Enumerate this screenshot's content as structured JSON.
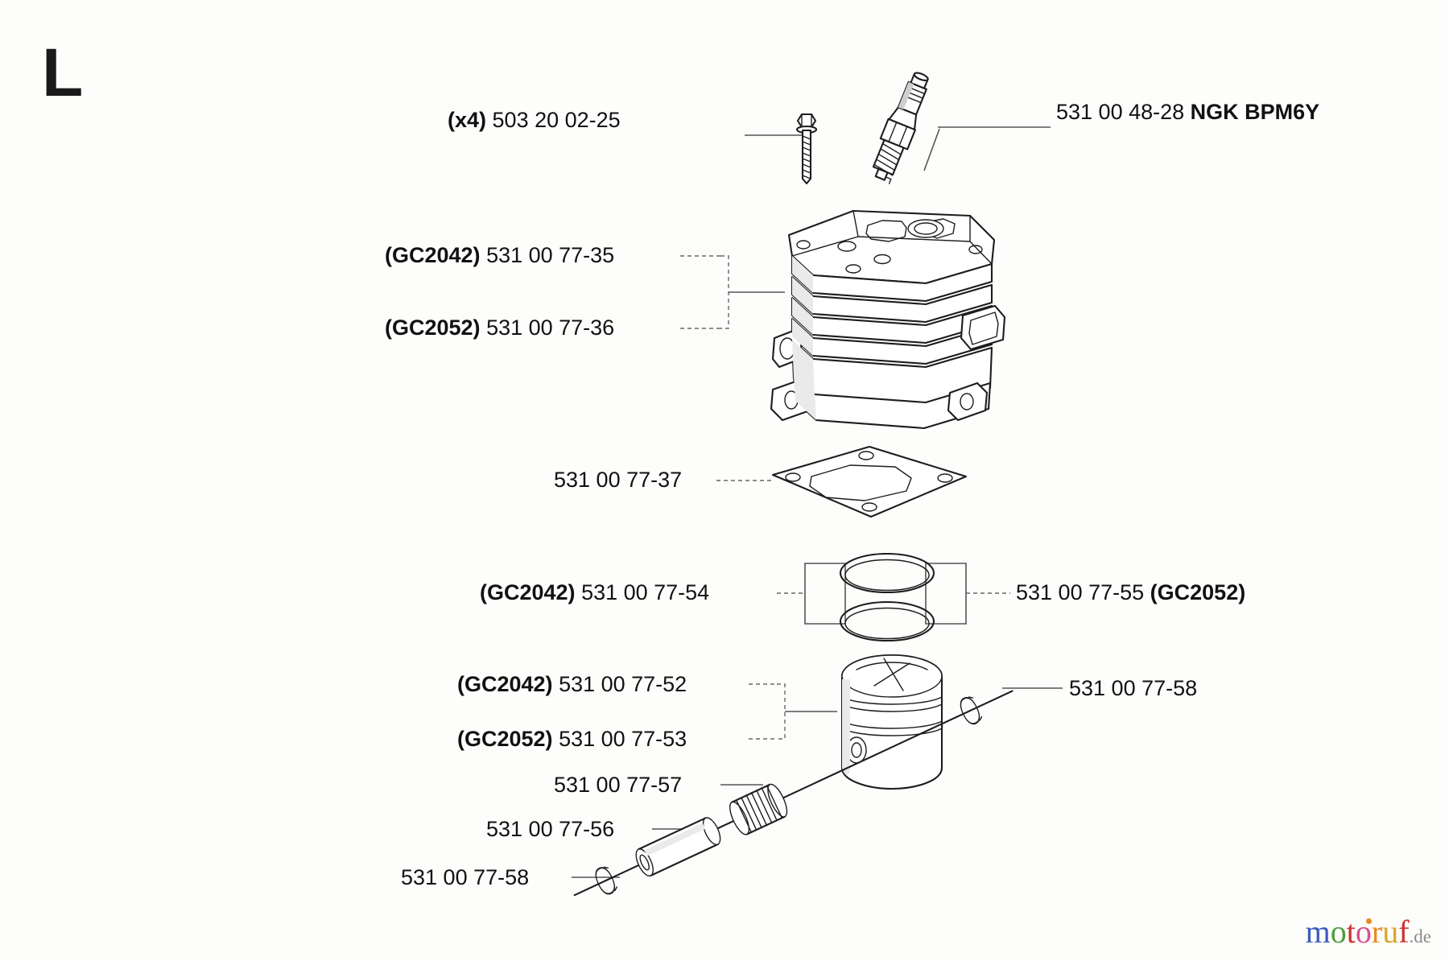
{
  "page": {
    "section_letter": "L",
    "background_color": "#fdfdfb",
    "line_color": "#555555",
    "text_color": "#111111"
  },
  "labels": {
    "screw": {
      "qty": "(x4)",
      "part": "503 20 02-25",
      "full": "(x4) 503 20 02-25"
    },
    "spark_plug": {
      "part": "531 00 48-28",
      "brand": "NGK BPM6Y",
      "full": "531 00 48-28 NGK BPM6Y"
    },
    "cylinder_2042": {
      "model": "(GC2042)",
      "part": "531 00 77-35"
    },
    "cylinder_2052": {
      "model": "(GC2052)",
      "part": "531 00 77-36"
    },
    "gasket": {
      "part": "531 00 77-37"
    },
    "ring_2042": {
      "model": "(GC2042)",
      "part": "531 00 77-54"
    },
    "ring_2052": {
      "part": "531 00 77-55",
      "model": "(GC2052)"
    },
    "piston_2042": {
      "model": "(GC2042)",
      "part": "531 00 77-52"
    },
    "piston_2052": {
      "model": "(GC2052)",
      "part": "531 00 77-53"
    },
    "circlip_top": {
      "part": "531 00 77-58"
    },
    "bearing": {
      "part": "531 00 77-57"
    },
    "pin": {
      "part": "531 00 77-56"
    },
    "circlip_bottom": {
      "part": "531 00 77-58"
    }
  },
  "logo": {
    "letters": [
      "m",
      "o",
      "t",
      "o",
      "r",
      "u",
      "f"
    ],
    "tld": ".de",
    "colors": {
      "m": "#3b5bbf",
      "o1": "#4e9c3f",
      "t": "#cf3030",
      "o2": "#d94f8f",
      "r": "#e88a22",
      "u": "#d9a62a",
      "f": "#cf3030",
      "tld": "#8a8a8a"
    }
  }
}
